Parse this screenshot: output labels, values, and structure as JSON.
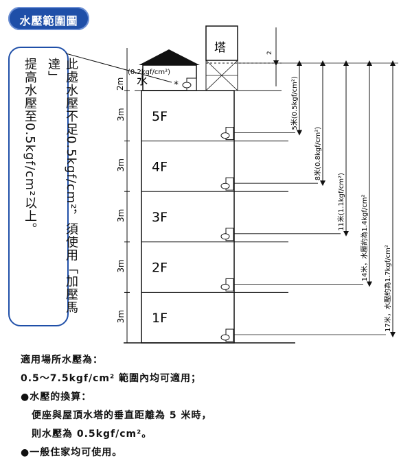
{
  "title": "水壓範圍圖",
  "note": {
    "line1": "此處水壓不足0.5kgf/cm²，須使用「加壓馬達」",
    "line2": "提高水壓至0.5kgf/cm²以上。"
  },
  "tower": {
    "label": "塔",
    "height_label": "2"
  },
  "roof": {
    "water_label": "水",
    "floor_height": "2m",
    "pressure_label": "(0.2kgf/cm²)"
  },
  "floors": [
    {
      "name": "5F",
      "height": "3m"
    },
    {
      "name": "4F",
      "height": "3m"
    },
    {
      "name": "3F",
      "height": "3m"
    },
    {
      "name": "2F",
      "height": "3m"
    },
    {
      "name": "1F",
      "height": "3m"
    }
  ],
  "pressures": [
    "5米(0.5kgf/cm²)",
    "8米(0.8kgf/cm²)",
    "11米(1.1kgf/cm²)",
    "14米，水壓約為1.4kgf/cm²",
    "17米，水壓約為1.7kgf/cm²"
  ],
  "bottom": {
    "l1": "適用場所水壓為：",
    "l2": "0.5～7.5kgf/cm² 範圍內均可適用；",
    "l3": "●水壓的換算：",
    "l4": "便座與屋頂水塔的垂直距離為 5 米時，",
    "l5": "則水壓為 0.5kgf/cm²。",
    "l6": "●一般住家均可使用。"
  }
}
